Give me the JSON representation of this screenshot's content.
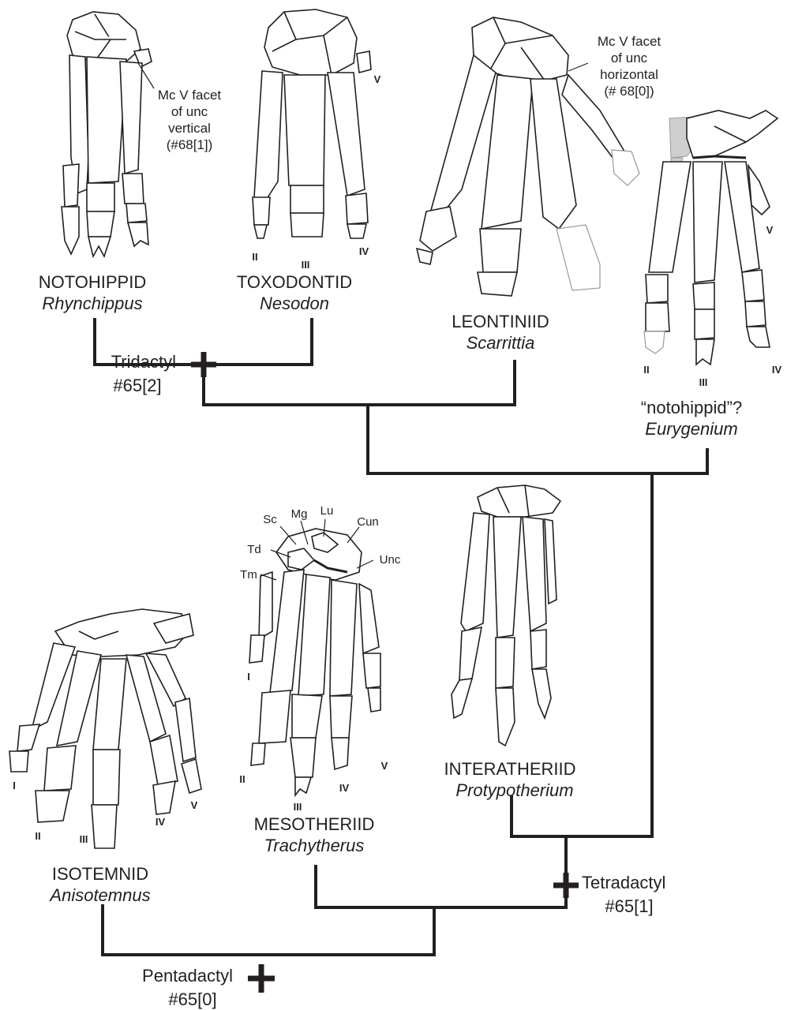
{
  "taxa": {
    "notohippid": {
      "family": "NOTOHIPPID",
      "genus": "Rhynchippus"
    },
    "toxodontid": {
      "family": "TOXODONTID",
      "genus": "Nesodon"
    },
    "leontiniid": {
      "family": "LEONTINIID",
      "genus": "Scarrittia"
    },
    "eurygenium": {
      "family": "“notohippid”?",
      "genus": "Eurygenium"
    },
    "interatheriid": {
      "family": "INTERATHERIID",
      "genus": "Protypotherium"
    },
    "mesotheriid": {
      "family": "MESOTHERIID",
      "genus": "Trachytherus"
    },
    "isotemnid": {
      "family": "ISOTEMNID",
      "genus": "Anisotemnus"
    }
  },
  "characters": {
    "tridactyl": {
      "name": "Tridactyl",
      "code": "#65[2]"
    },
    "tetradactyl": {
      "name": "Tetradactyl",
      "code": "#65[1]"
    },
    "pentadactyl": {
      "name": "Pentadactyl",
      "code": "#65[0]"
    }
  },
  "annotations": {
    "vertical": [
      "Mc V facet",
      "of unc",
      "vertical",
      "(#68[1])"
    ],
    "horizontal": [
      "Mc V facet",
      "of unc",
      "horizontal",
      "(# 68[0])"
    ]
  },
  "bones": {
    "sc": "Sc",
    "mg": "Mg",
    "lu": "Lu",
    "cun": "Cun",
    "td": "Td",
    "unc": "Unc",
    "tm": "Tm"
  },
  "digits": {
    "i": "I",
    "ii": "II",
    "iii": "III",
    "iv": "IV",
    "v": "V"
  }
}
